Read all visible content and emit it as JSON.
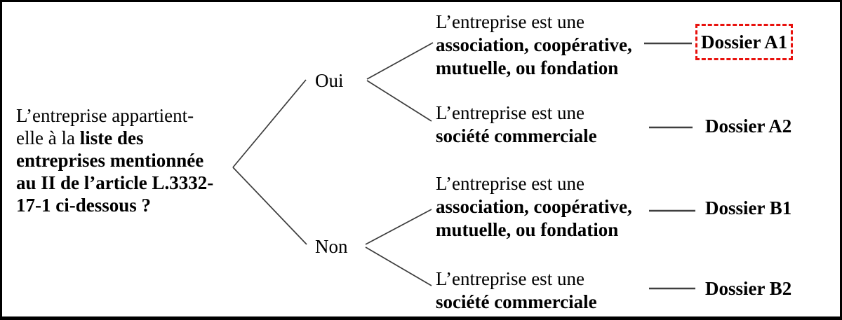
{
  "question": {
    "line1": "L’entreprise appartient-",
    "line2_regular": "elle à la ",
    "line2_bold": "liste des",
    "line3_bold": "entreprises mentionnée",
    "line4_bold": "au II de l’article L.3332-",
    "line5_bold": "17-1 ci-dessous ?"
  },
  "branches": {
    "yes_label": "Oui",
    "no_label": "Non"
  },
  "outcomes": [
    {
      "condition_intro": "L’entreprise est une",
      "condition_bold_line1": "association, coopérative,",
      "condition_bold_line2": "mutuelle, ou fondation",
      "dossier_label": "Dossier A1",
      "highlighted": true
    },
    {
      "condition_intro": "L’entreprise est une",
      "condition_bold_line1": "société commerciale",
      "condition_bold_line2": "",
      "dossier_label": "Dossier A2",
      "highlighted": false
    },
    {
      "condition_intro": "L’entreprise est une",
      "condition_bold_line1": "association, coopérative,",
      "condition_bold_line2": "mutuelle, ou fondation",
      "dossier_label": "Dossier B1",
      "highlighted": false
    },
    {
      "condition_intro": "L’entreprise est une",
      "condition_bold_line1": "société commerciale",
      "condition_bold_line2": "",
      "dossier_label": "Dossier B2",
      "highlighted": false
    }
  ],
  "colors": {
    "background": "#ffffff",
    "frame_border": "#000000",
    "text": "#000000",
    "branch_line": "#3c3c3c",
    "connector_line": "#3f3f3f",
    "highlight_box_red": "#e8110d"
  }
}
